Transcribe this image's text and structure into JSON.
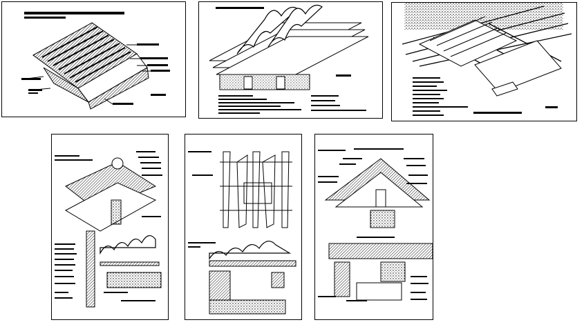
{
  "sheets": [
    {
      "id": "sheet-1",
      "subject": "tile-roof-isometric"
    },
    {
      "id": "sheet-2",
      "subject": "tile-layers-exploded"
    },
    {
      "id": "sheet-3",
      "subject": "roof-batten-grid-detail"
    },
    {
      "id": "sheet-4",
      "subject": "ridge-and-eave-section"
    },
    {
      "id": "sheet-5",
      "subject": "tile-plan-and-eave-section"
    },
    {
      "id": "sheet-6",
      "subject": "ridge-truss-and-eave-section"
    }
  ],
  "colors": {
    "line": "#000000",
    "background": "#ffffff",
    "hatch": "#333333"
  }
}
